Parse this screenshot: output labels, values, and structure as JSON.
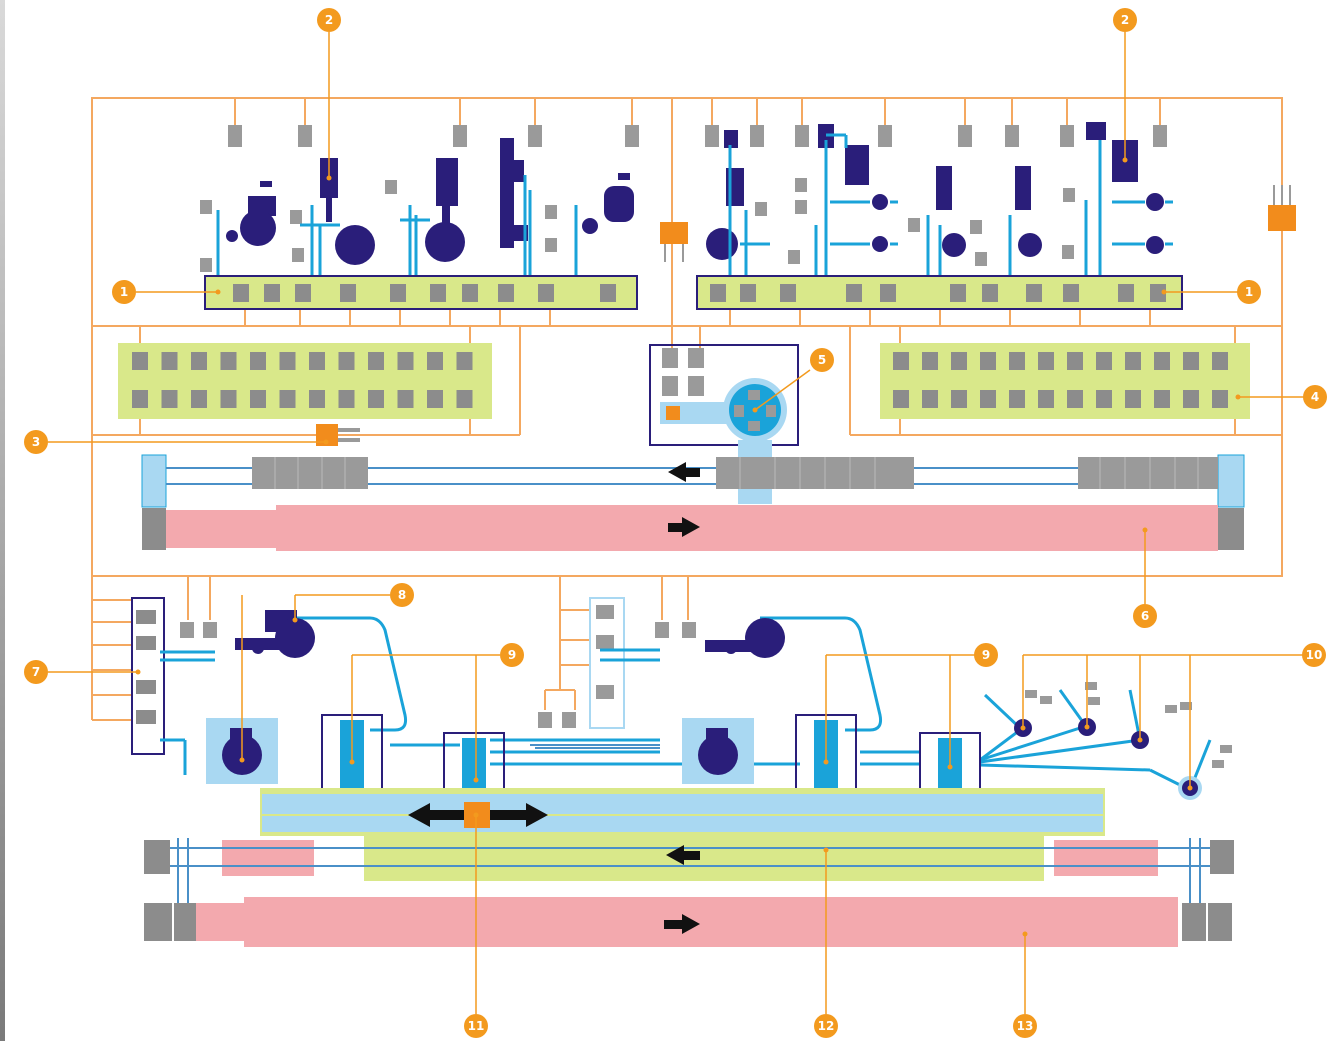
{
  "colors": {
    "orange": "#f28c1c",
    "callout": "#f39a1e",
    "line_orange": "#f4a860",
    "navy": "#2a1e7a",
    "cyan": "#1aa3d9",
    "lightblue": "#a9d8f2",
    "lightgreen": "#d9e88a",
    "pink": "#f3a9ae",
    "gray": "#8c8c8c",
    "gray_light": "#b0b0b0"
  },
  "icons": {
    "arrow_left": "arrow-left-icon",
    "arrow_right": "arrow-right-icon",
    "arrow_both": "arrow-double-icon"
  },
  "callouts": [
    {
      "id": "c1a",
      "label": "1"
    },
    {
      "id": "c1b",
      "label": "1"
    },
    {
      "id": "c2a",
      "label": "2"
    },
    {
      "id": "c2b",
      "label": "2"
    },
    {
      "id": "c3",
      "label": "3"
    },
    {
      "id": "c4",
      "label": "4"
    },
    {
      "id": "c5",
      "label": "5"
    },
    {
      "id": "c6",
      "label": "6"
    },
    {
      "id": "c7",
      "label": "7"
    },
    {
      "id": "c8",
      "label": "8"
    },
    {
      "id": "c9a",
      "label": "9"
    },
    {
      "id": "c9b",
      "label": "9"
    },
    {
      "id": "c10",
      "label": "10"
    },
    {
      "id": "c11",
      "label": "11"
    },
    {
      "id": "c12",
      "label": "12"
    },
    {
      "id": "c13",
      "label": "13"
    }
  ]
}
